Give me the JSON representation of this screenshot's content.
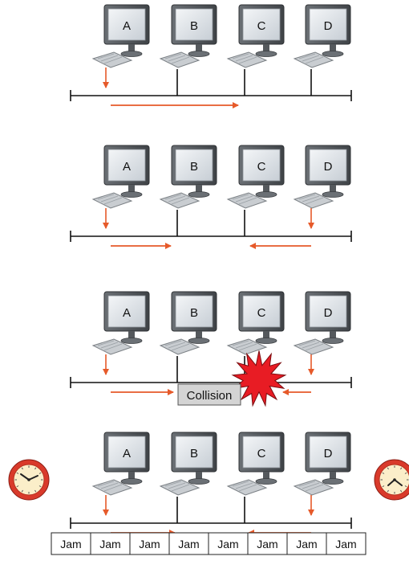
{
  "computers": [
    "A",
    "B",
    "C",
    "D"
  ],
  "collision_label": "Collision",
  "jam_segments": [
    "Jam",
    "Jam",
    "Jam",
    "Jam",
    "Jam",
    "Jam",
    "Jam",
    "Jam"
  ],
  "colors": {
    "arrow": "#e65a2a",
    "bus": "#111111",
    "monitor_frame": "#5d6165",
    "screen": "#d8dde2",
    "collision_fill": "#e81c24",
    "clock_ring": "#d93a2b"
  }
}
